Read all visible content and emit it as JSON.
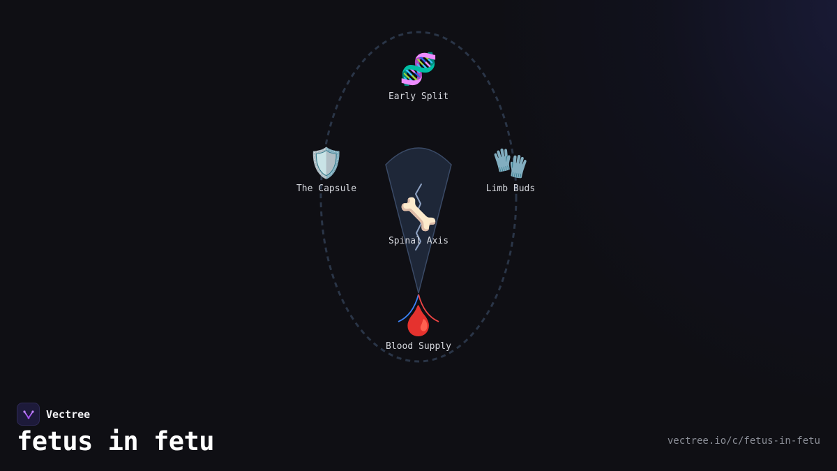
{
  "brand": {
    "name": "Vectree"
  },
  "page": {
    "title": "fetus in fetu",
    "url": "vectree.io/c/fetus-in-fetu"
  },
  "diagram": {
    "nodes": [
      {
        "id": "early-split",
        "label": "Early Split",
        "icon": "dna-icon",
        "glyph": "🧬"
      },
      {
        "id": "the-capsule",
        "label": "The Capsule",
        "icon": "shield-icon",
        "glyph": "🛡️"
      },
      {
        "id": "limb-buds",
        "label": "Limb Buds",
        "icon": "gloves-icon",
        "glyph": "🧤"
      },
      {
        "id": "spinal-axis",
        "label": "Spinal Axis",
        "icon": "bone-icon",
        "glyph": "🦴"
      },
      {
        "id": "blood-supply",
        "label": "Blood Supply",
        "icon": "blood-drop-icon",
        "glyph": "🩸"
      }
    ]
  },
  "colors": {
    "background": "#0f0f14",
    "ring": "#2a3547",
    "embryo_fill": "#1e2738",
    "embryo_stroke": "#3a4a66",
    "vessel_blue": "#3b82f6",
    "vessel_red": "#ef4444",
    "spine": "#8fa3c4"
  }
}
